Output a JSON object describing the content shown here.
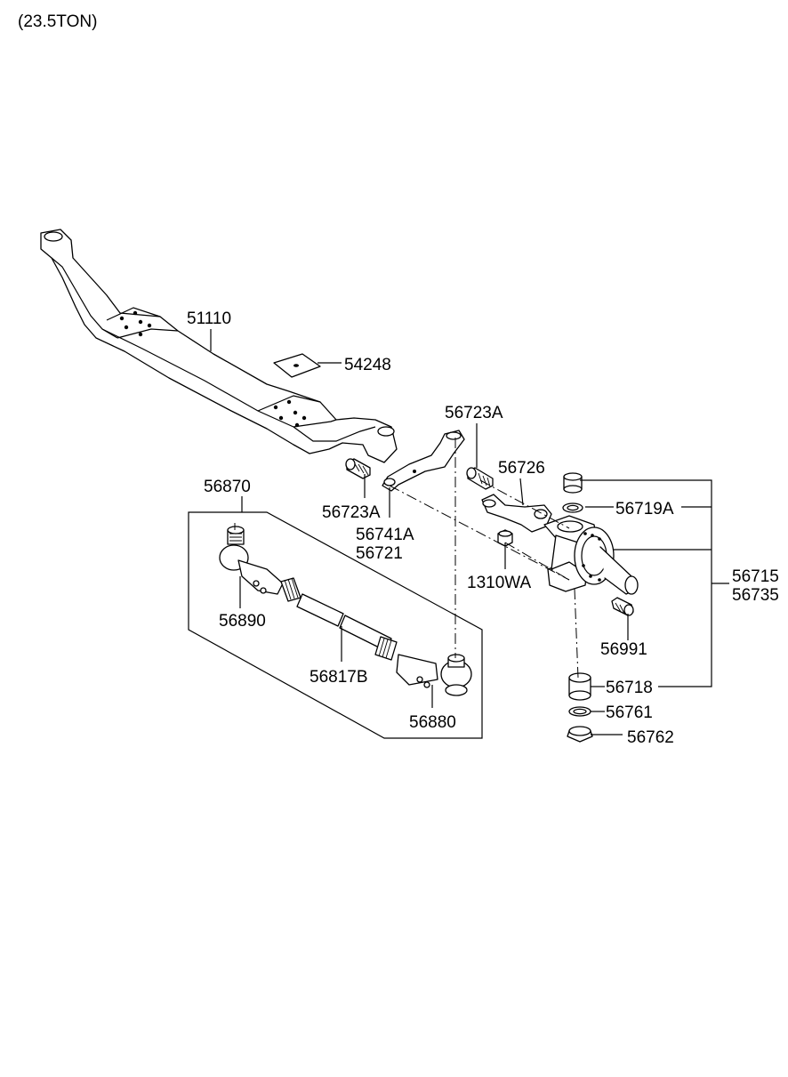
{
  "diagram": {
    "caption": "(23.5TON)",
    "labels": {
      "p51110": "51110",
      "p54248": "54248",
      "p56723A_top": "56723A",
      "p56726": "56726",
      "p56870": "56870",
      "p56723A_left": "56723A",
      "p56719A": "56719A",
      "p56741A": "56741A",
      "p56721": "56721",
      "p1310WA": "1310WA",
      "p56715": "56715",
      "p56735": "56735",
      "p56890": "56890",
      "p56991": "56991",
      "p56817B": "56817B",
      "p56718": "56718",
      "p56761": "56761",
      "p56880": "56880",
      "p56762": "56762"
    }
  }
}
